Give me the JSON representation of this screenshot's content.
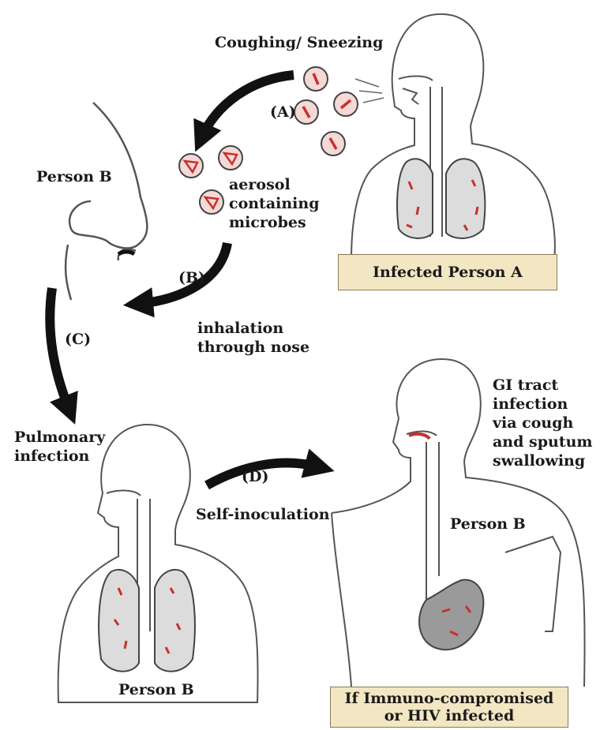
{
  "labels": {
    "coughing": "Coughing/ Sneezing",
    "step_a": "(A)",
    "person_b_top": "Person B",
    "aerosol_1": "aerosol",
    "aerosol_2": "containing",
    "aerosol_3": "microbes",
    "step_b": "(B)",
    "inhalation_1": "inhalation",
    "inhalation_2": "through nose",
    "step_c": "(C)",
    "pulmonary_1": "Pulmonary",
    "pulmonary_2": "infection",
    "step_d": "(D)",
    "self_inoculation": "Self-inoculation",
    "gi_1": "GI tract",
    "gi_2": "infection",
    "gi_3": "via cough",
    "gi_4": "and sputum",
    "gi_5": "swallowing",
    "person_b_right": "Person B",
    "person_b_bottom": "Person B"
  },
  "boxes": {
    "infected_person_a": "Infected Person A",
    "immuno_1": "If Immuno-compromised",
    "immuno_2": "or HIV infected"
  },
  "colors": {
    "box_fill": "#f3e7c3",
    "microbe_red": "#c8302a",
    "droplet_fill": "#f5d9d6",
    "lung_fill": "#dcdcdc",
    "arrow": "#111111",
    "outline": "#444444"
  }
}
